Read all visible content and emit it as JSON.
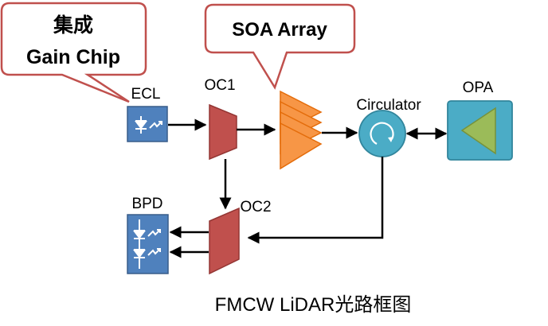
{
  "callouts": {
    "gain_chip_line1": "集成",
    "gain_chip_line2": "Gain Chip",
    "soa_array": "SOA Array"
  },
  "components": {
    "ecl": "ECL",
    "oc1": "OC1",
    "oc2": "OC2",
    "circulator": "Circulator",
    "opa": "OPA",
    "bpd": "BPD"
  },
  "caption": "FMCW LiDAR光路框图",
  "colors": {
    "callout_border": "#c0504d",
    "detector_blue": "#4f81bd",
    "coupler_red": "#c0504d",
    "soa_orange": "#f79646",
    "circulator_teal": "#4bacc6",
    "opa_green": "#9bbb59",
    "arrow": "#000000"
  },
  "icons": {
    "ecl_icon": "photodiode-symbol",
    "bpd_icon": "dual-photodiode-symbol",
    "circulator_icon": "circular-arrow",
    "opa_icon": "left-triangle"
  }
}
